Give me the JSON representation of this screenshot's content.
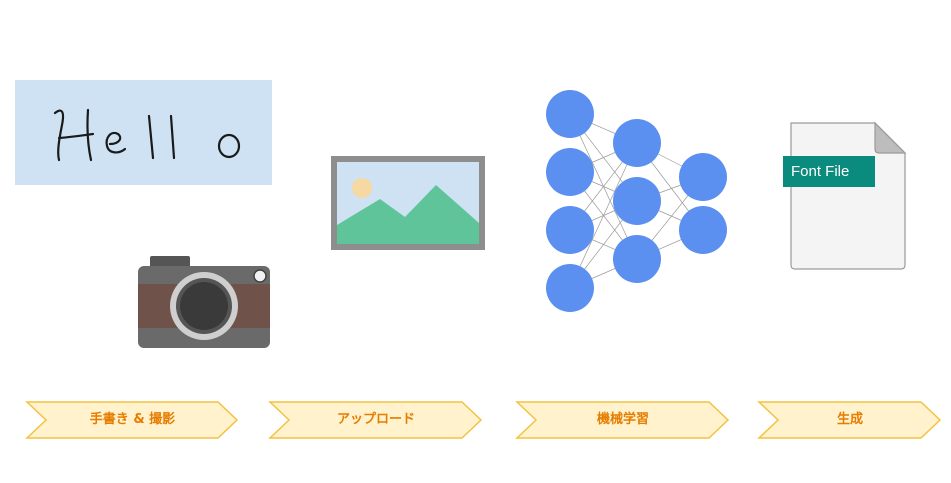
{
  "hello_card": {
    "text": "Hello"
  },
  "file_icon": {
    "label": "Font File"
  },
  "steps": [
    {
      "label": "手書き & 撮影"
    },
    {
      "label": "アップロード"
    },
    {
      "label": "機械学習"
    },
    {
      "label": "生成"
    }
  ],
  "colors": {
    "step_fill": "#fff2cc",
    "step_stroke": "#f4c242",
    "step_text": "#e67c00",
    "node": "#5b8ff0",
    "file_badge": "#0b8a7e",
    "hello_bg": "#cfe2f3"
  },
  "icons": [
    "camera-icon",
    "picture-icon",
    "neural-network-icon",
    "file-icon"
  ]
}
